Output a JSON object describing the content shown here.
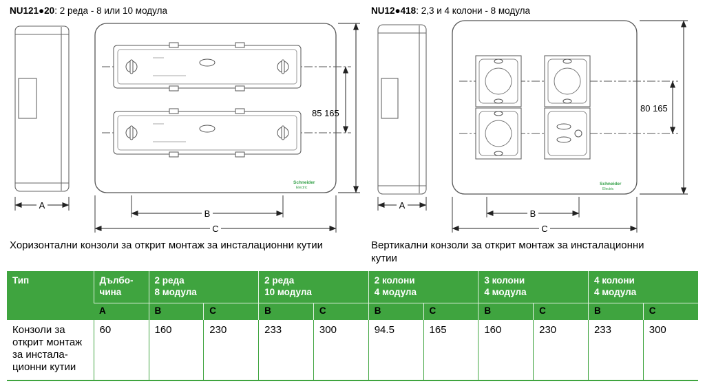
{
  "left": {
    "code": "NU121●20",
    "title_rest": ": 2 реда - 8 или 10 модула",
    "caption": "Хоризонтални конзоли за открит монтаж за инсталационни кутии",
    "dims": {
      "a": "A",
      "b": "B",
      "c": "C",
      "heights": "85 165"
    },
    "logo": "Schneider",
    "logo_sub": "Electric"
  },
  "right": {
    "code": "NU12●418",
    "title_rest": ": 2,3 и 4 колони - 8 модула",
    "caption": "Вертикални конзоли за открит монтаж за инсталационни\nкутии",
    "dims": {
      "a": "A",
      "b": "B",
      "c": "C",
      "heights": "80 165"
    },
    "logo": "Schneider",
    "logo_sub": "Electric"
  },
  "table": {
    "col_type": "Тип",
    "col_depth": "Дълбо-\nчина",
    "groups": [
      "2 реда\n8 модула",
      "2 реда\n10 модула",
      "2 колони\n4 модула",
      "3 колони\n4 модула",
      "4  колони\n4 модула"
    ],
    "sub": [
      "A",
      "B",
      "C",
      "B",
      "C",
      "B",
      "C",
      "B",
      "C",
      "B",
      "C"
    ],
    "row_label": "Конзоли за\nоткрит монтаж\nза инстала-\nционни кутии",
    "values": [
      "60",
      "160",
      "230",
      "233",
      "300",
      "94.5",
      "165",
      "160",
      "230",
      "233",
      "300"
    ],
    "colors": {
      "header_green": "#3fa43f"
    }
  }
}
